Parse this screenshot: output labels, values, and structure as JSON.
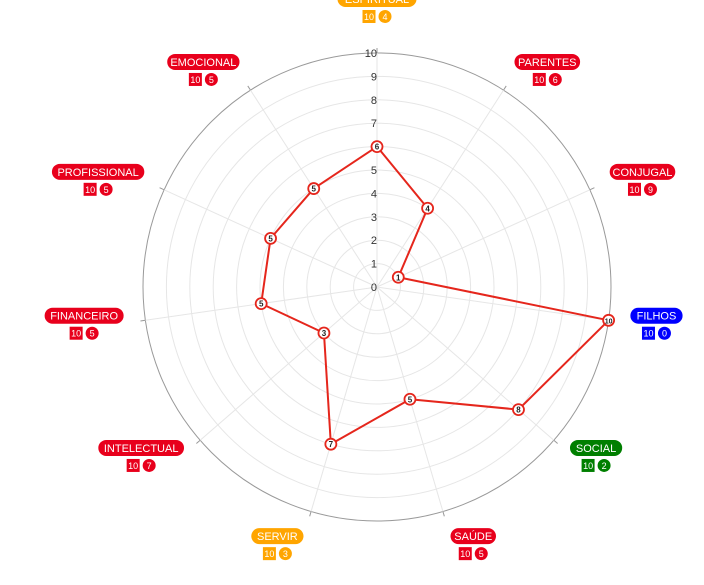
{
  "chart_data": {
    "type": "radar",
    "r_range": [
      0,
      10
    ],
    "ticks": [
      "0",
      "1",
      "2",
      "3",
      "4",
      "5",
      "6",
      "7",
      "8",
      "9",
      "10"
    ],
    "grid": true,
    "colors": {
      "line": "#e5261c",
      "red_badge": "#e8001c",
      "orange_badge": "#ffa500",
      "blue_badge": "#0000ff",
      "green_badge": "#007f00",
      "axis": "#999999",
      "grid": "#e6e6e6"
    },
    "categories": [
      {
        "label": "ESPIRITUAL",
        "value": 6,
        "max_badge": "10",
        "score_badge": "4",
        "color": "orange"
      },
      {
        "label": "PARENTES",
        "value": 4,
        "max_badge": "10",
        "score_badge": "6",
        "color": "red"
      },
      {
        "label": "CONJUGAL",
        "value": 1,
        "max_badge": "10",
        "score_badge": "9",
        "color": "red"
      },
      {
        "label": "FILHOS",
        "value": 10,
        "max_badge": "10",
        "score_badge": "0",
        "color": "blue"
      },
      {
        "label": "SOCIAL",
        "value": 8,
        "max_badge": "10",
        "score_badge": "2",
        "color": "green"
      },
      {
        "label": "SAÚDE",
        "value": 5,
        "max_badge": "10",
        "score_badge": "5",
        "color": "red"
      },
      {
        "label": "SERVIR",
        "value": 7,
        "max_badge": "10",
        "score_badge": "3",
        "color": "orange"
      },
      {
        "label": "INTELECTUAL",
        "value": 3,
        "max_badge": "10",
        "score_badge": "7",
        "color": "red"
      },
      {
        "label": "FINANCEIRO",
        "value": 5,
        "max_badge": "10",
        "score_badge": "5",
        "color": "red"
      },
      {
        "label": "PROFISSIONAL",
        "value": 5,
        "max_badge": "10",
        "score_badge": "5",
        "color": "red"
      },
      {
        "label": "EMOCIONAL",
        "value": 5,
        "max_badge": "10",
        "score_badge": "5",
        "color": "red"
      }
    ],
    "point_labels": [
      "6",
      "4",
      "1",
      "10",
      "8",
      "5",
      "7",
      "3",
      "5",
      "5",
      "5"
    ]
  }
}
